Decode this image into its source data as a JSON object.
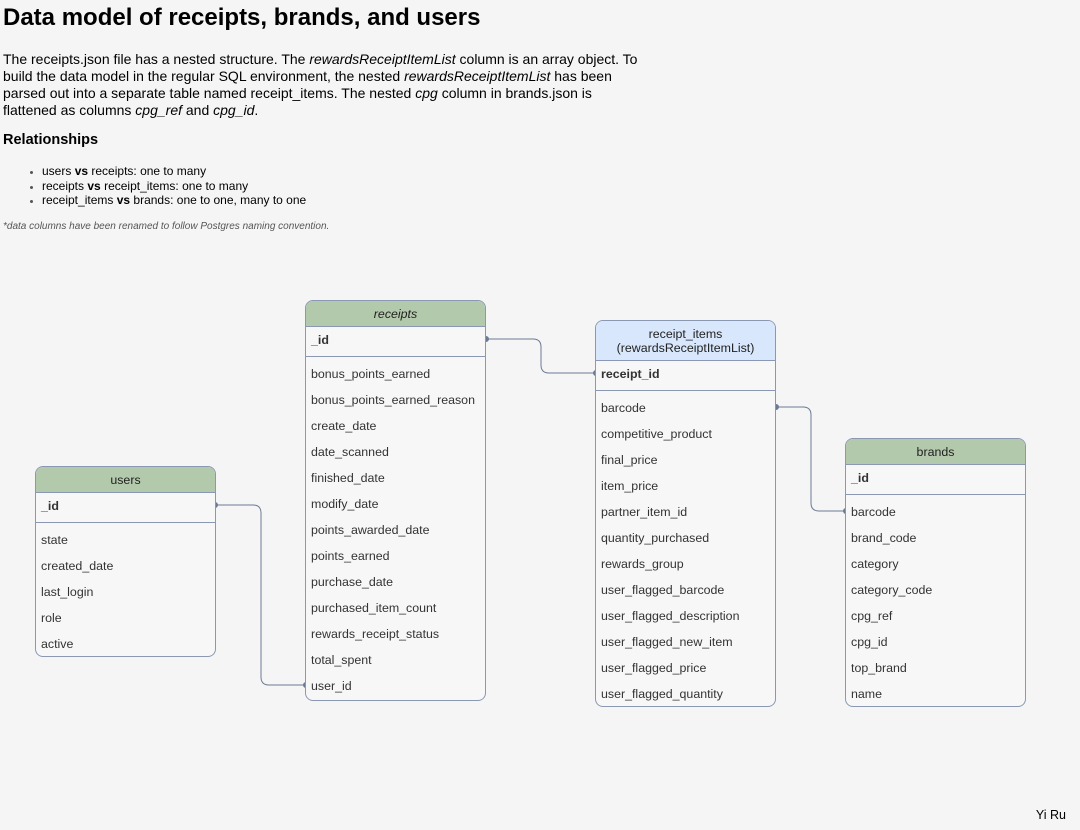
{
  "title": "Data model of receipts, brands, and users",
  "description": {
    "t1": "The receipts.json file has a nested structure. The ",
    "i1": "rewardsReceiptItemList",
    "t2": " column is an array object. To build the data model in the regular SQL environment, the nested ",
    "i2": "rewardsReceiptItemList",
    "t3": " has been parsed out into a separate table named receipt_items. The nested ",
    "i3": "cpg",
    "t4": " column in brands.json is flattened as columns ",
    "i4": "cpg_ref",
    "t5": " and ",
    "i5": "cpg_id",
    "t6": "."
  },
  "relationships": {
    "title": "Relationships",
    "items": [
      {
        "a": "users",
        "vs": "vs",
        "b": " receipts: one to many"
      },
      {
        "a": "receipts",
        "vs": "vs",
        "b": " receipt_items: one to many"
      },
      {
        "a": "receipt_items",
        "vs": "vs",
        "b": " brands: one to one, many to one"
      }
    ]
  },
  "note": "*data columns have been renamed to follow Postgres naming convention.",
  "author": "Yi Ru",
  "tables": {
    "users": {
      "name": "users",
      "pk": "_id",
      "columns": [
        "state",
        "created_date",
        "last_login",
        "role",
        "active"
      ]
    },
    "receipts": {
      "name": "receipts",
      "pk": "_id",
      "columns": [
        "bonus_points_earned",
        "bonus_points_earned_reason",
        "create_date",
        "date_scanned",
        "finished_date",
        "modify_date",
        "points_awarded_date",
        "points_earned",
        "purchase_date",
        "purchased_item_count",
        "rewards_receipt_status",
        "total_spent",
        "user_id"
      ]
    },
    "receipt_items": {
      "name_line1": "receipt_items",
      "name_line2": "(rewardsReceiptItemList)",
      "pk": "receipt_id",
      "columns": [
        "barcode",
        "competitive_product",
        "final_price",
        "item_price",
        "partner_item_id",
        "quantity_purchased",
        "rewards_group",
        "user_flagged_barcode",
        "user_flagged_description",
        "user_flagged_new_item",
        "user_flagged_price",
        "user_flagged_quantity"
      ]
    },
    "brands": {
      "name": "brands",
      "pk": "_id",
      "columns": [
        "barcode",
        "brand_code",
        "category",
        "category_code",
        "cpg_ref",
        "cpg_id",
        "top_brand",
        "name"
      ]
    }
  },
  "colors": {
    "header_green": "#b3c9ab",
    "header_blue": "#d8e7fb",
    "border": "#8a98b3",
    "connector": "#6b7a95"
  }
}
